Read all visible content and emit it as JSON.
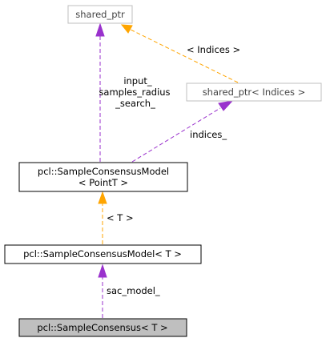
{
  "colors": {
    "member_edge": "#9a32cd",
    "template_edge": "#ffa500",
    "box_border_normal": "#000000",
    "box_border_grey": "#bfbfbf",
    "highlight_fill": "#bfbfbf"
  },
  "nodes": {
    "shared_ptr": {
      "label": "shared_ptr"
    },
    "shared_ptr_indices": {
      "label": "shared_ptr< Indices >"
    },
    "sample_consensus_model_point": {
      "line1": "pcl::SampleConsensusModel",
      "line2": "< PointT >"
    },
    "sample_consensus_model_t": {
      "label": "pcl::SampleConsensusModel< T >"
    },
    "sample_consensus_t": {
      "label": "pcl::SampleConsensus< T >"
    }
  },
  "edges": {
    "indices_template": {
      "label": "< Indices >"
    },
    "input_samples": {
      "line1": "input_",
      "line2": "samples_radius",
      "line3": "_search_"
    },
    "indices_member": {
      "label": "indices_"
    },
    "template_t": {
      "label": "< T >"
    },
    "sac_model": {
      "label": "sac_model_"
    }
  }
}
